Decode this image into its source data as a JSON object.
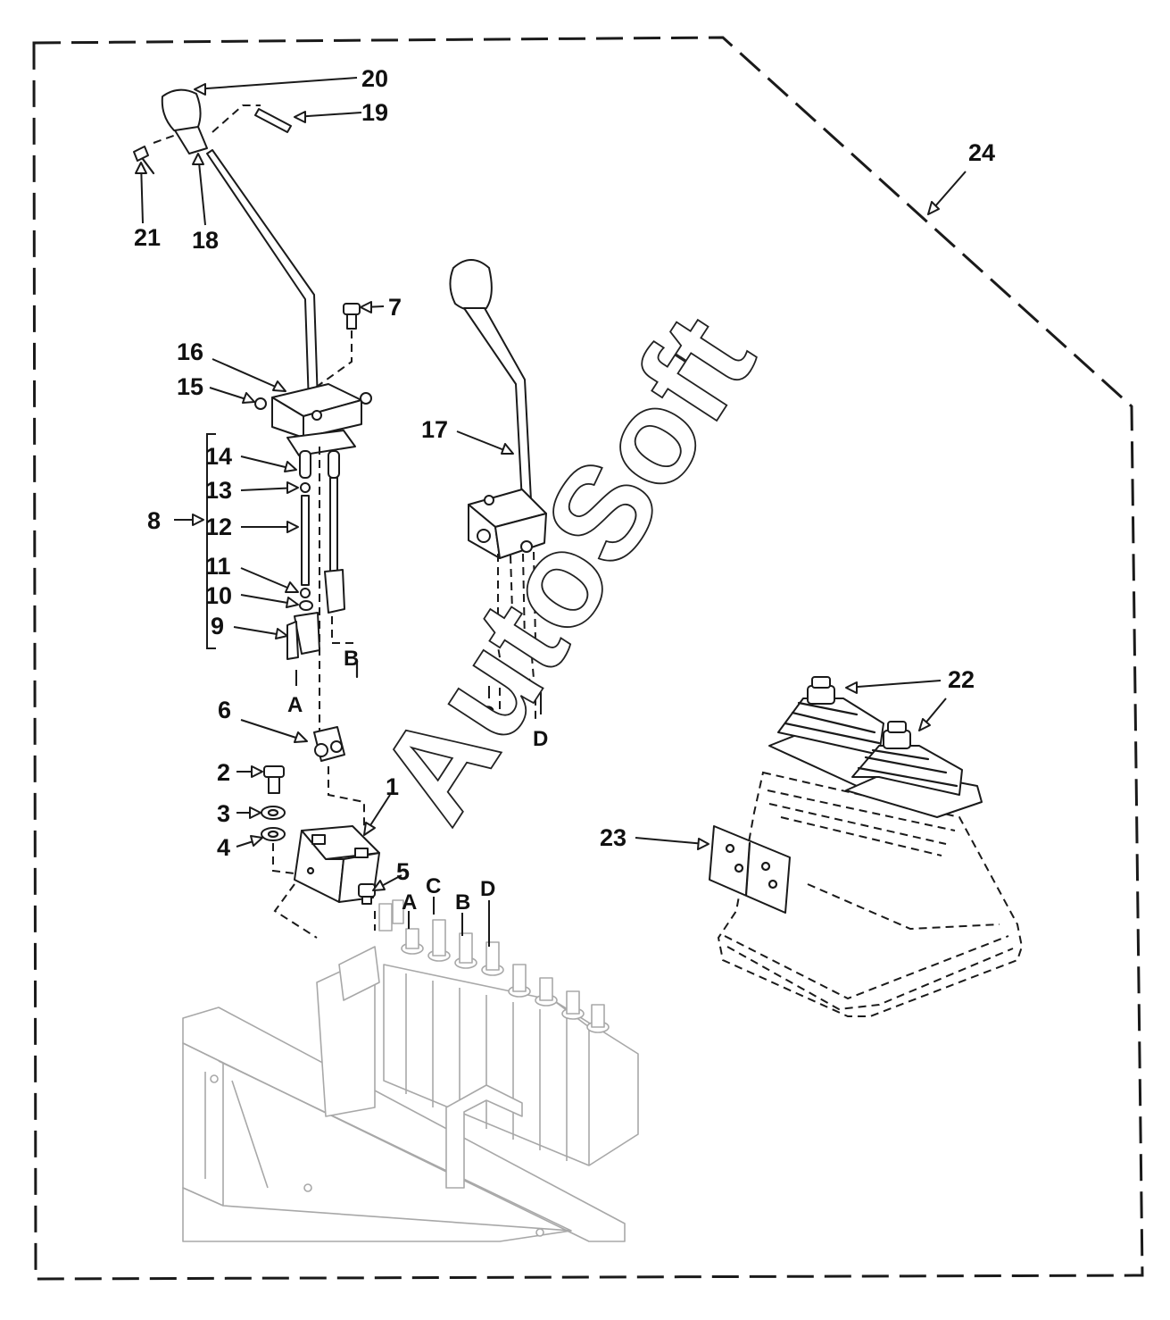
{
  "diagram": {
    "watermark": "AutoSoft",
    "callouts": [
      {
        "id": "20",
        "label": "20"
      },
      {
        "id": "19",
        "label": "19"
      },
      {
        "id": "21",
        "label": "21"
      },
      {
        "id": "18",
        "label": "18"
      },
      {
        "id": "24",
        "label": "24"
      },
      {
        "id": "7",
        "label": "7"
      },
      {
        "id": "16",
        "label": "16"
      },
      {
        "id": "15",
        "label": "15"
      },
      {
        "id": "17",
        "label": "17"
      },
      {
        "id": "14",
        "label": "14"
      },
      {
        "id": "13",
        "label": "13"
      },
      {
        "id": "8",
        "label": "8"
      },
      {
        "id": "12",
        "label": "12"
      },
      {
        "id": "11",
        "label": "11"
      },
      {
        "id": "10",
        "label": "10"
      },
      {
        "id": "9",
        "label": "9"
      },
      {
        "id": "6",
        "label": "6"
      },
      {
        "id": "22",
        "label": "22"
      },
      {
        "id": "2",
        "label": "2"
      },
      {
        "id": "1",
        "label": "1"
      },
      {
        "id": "3",
        "label": "3"
      },
      {
        "id": "23",
        "label": "23"
      },
      {
        "id": "4",
        "label": "4"
      },
      {
        "id": "5",
        "label": "5"
      }
    ],
    "connection_letters": [
      "A",
      "B",
      "C",
      "D"
    ]
  }
}
